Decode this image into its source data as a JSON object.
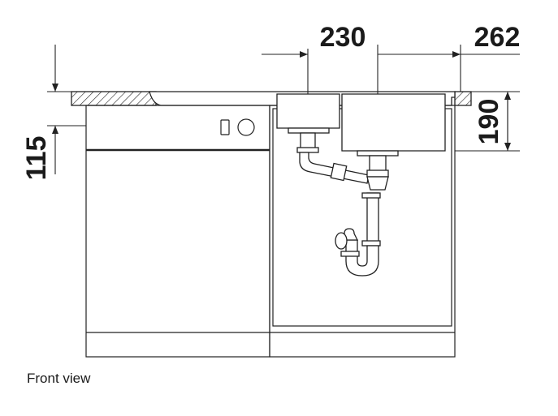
{
  "dimensions": {
    "top_left": "230",
    "top_right": "262",
    "right_vertical": "190",
    "left_vertical": "115"
  },
  "caption": "Front view"
}
